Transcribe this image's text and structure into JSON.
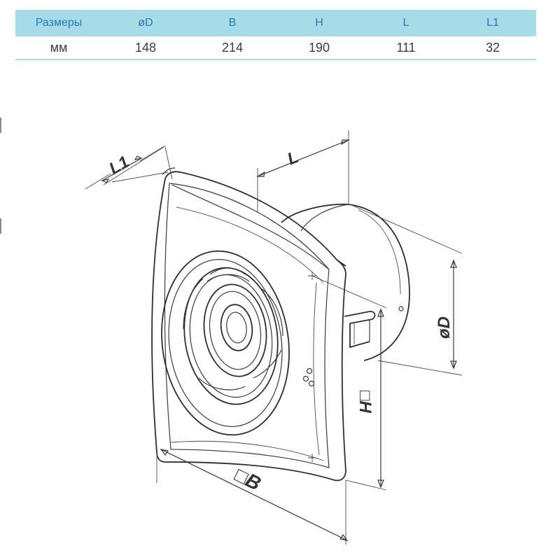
{
  "table": {
    "headers": [
      "Размеры",
      "øD",
      "B",
      "H",
      "L",
      "L1"
    ],
    "row": [
      "мм",
      "148",
      "214",
      "190",
      "111",
      "32"
    ]
  },
  "diagram": {
    "labels": {
      "l1": "L1",
      "l": "L",
      "d": "øD",
      "h": "□H",
      "b": "□B"
    }
  },
  "colors": {
    "header_bg": "#a6dce8",
    "header_text": "#2a76b6",
    "value_text": "#3c3c3c",
    "line": "#3a3a3a"
  }
}
